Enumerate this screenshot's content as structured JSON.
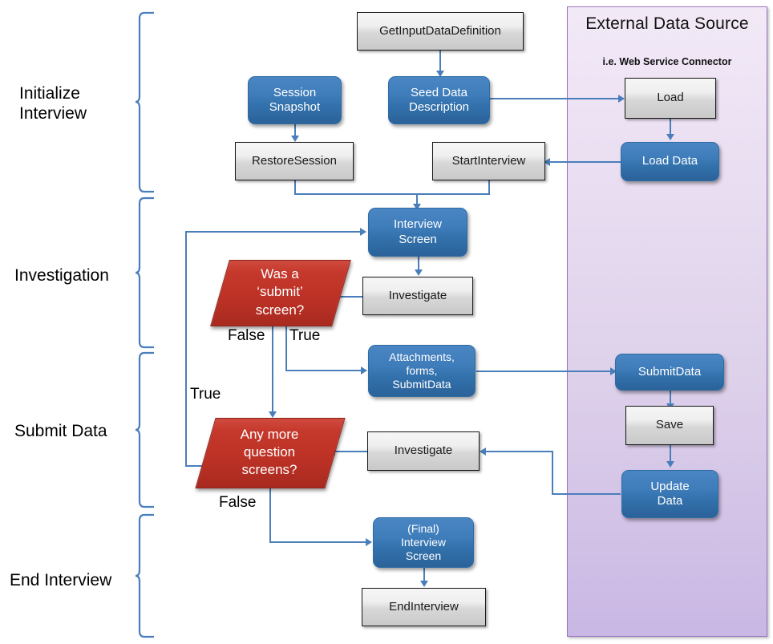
{
  "panel": {
    "title": "External Data Source",
    "subtitle": "i.e. Web Service Connector"
  },
  "phases": [
    {
      "label": "Initialize\nInterview",
      "line1": "Initialize",
      "line2": "Interview"
    },
    {
      "label": "Investigation",
      "line1": "Investigation",
      "line2": ""
    },
    {
      "label": "Submit Data",
      "line1": "Submit Data",
      "line2": ""
    },
    {
      "label": "End Interview",
      "line1": "End Interview",
      "line2": ""
    }
  ],
  "nodes": {
    "get_input_data_definition": "GetInputDataDefinition",
    "session_snapshot_1": "Session",
    "session_snapshot_2": "Snapshot",
    "seed_data_1": "Seed Data",
    "seed_data_2": "Description",
    "restore_session": "RestoreSession",
    "start_interview": "StartInterview",
    "load": "Load",
    "load_data": "Load Data",
    "interview_screen_1": "Interview",
    "interview_screen_2": "Screen",
    "investigate_1": "Investigate",
    "investigate_2": "Investigate",
    "decision_submit_1": "Was a",
    "decision_submit_2": "‘submit’",
    "decision_submit_3": "screen?",
    "attachments_1": "Attachments,",
    "attachments_2": "forms,",
    "attachments_3": "SubmitData",
    "submit_data": "SubmitData",
    "save": "Save",
    "update_data_1": "Update",
    "update_data_2": "Data",
    "decision_more_1": "Any more",
    "decision_more_2": "question",
    "decision_more_3": "screens?",
    "final_screen_1": "(Final)",
    "final_screen_2": "Interview",
    "final_screen_3": "Screen",
    "end_interview": "EndInterview"
  },
  "edge_labels": {
    "submit_false": "False",
    "submit_true": "True",
    "more_true": "True",
    "more_false": "False"
  },
  "colors": {
    "blue_node": "#3a7bbf",
    "grey_node": "#e2e2e2",
    "red_decision": "#c23326",
    "panel_purple_top": "#f2e9f7",
    "panel_purple_bottom": "#c9b7e4",
    "connector": "#4a7ebb",
    "panel_border": "#9a73c0"
  }
}
